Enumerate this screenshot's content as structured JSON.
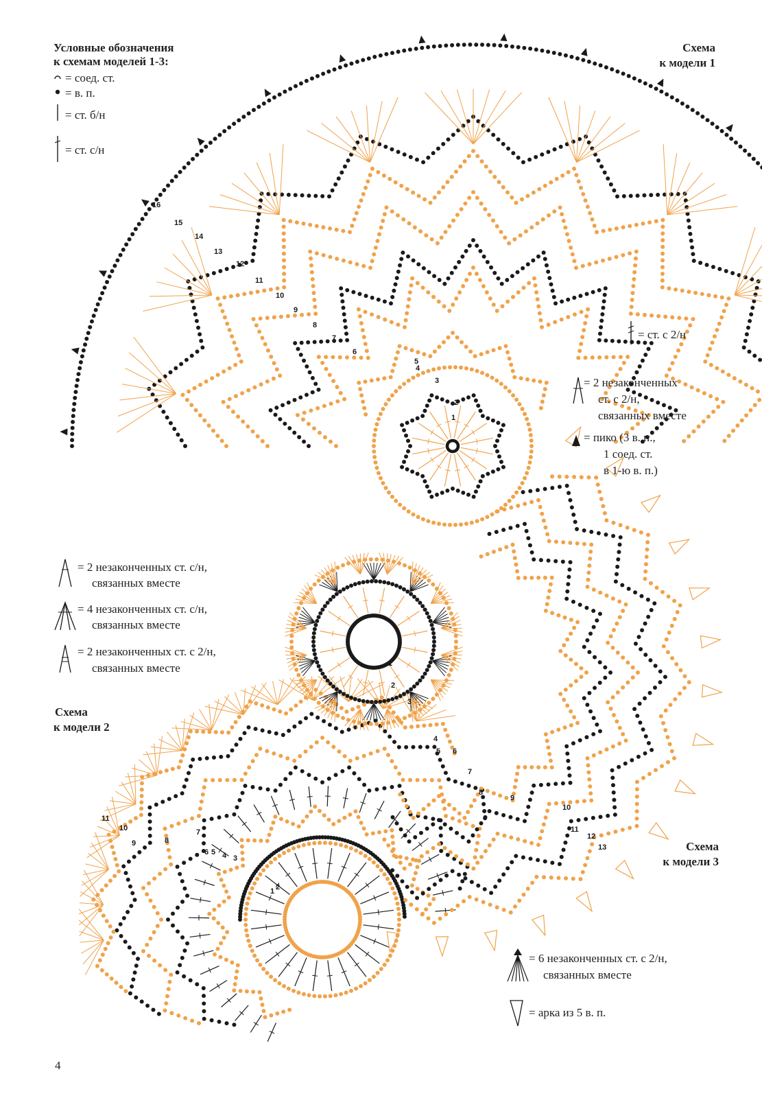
{
  "colors": {
    "black": "#1a1a1a",
    "orange": "#f0a24a",
    "paper": "#ffffff"
  },
  "legend_main": {
    "title_line1": "Условные обозначения",
    "title_line2": "к схемам моделей 1-3:",
    "items": [
      {
        "icon": "slip-stitch-icon",
        "text": "= соед. ст."
      },
      {
        "icon": "chain-stitch-icon",
        "text": "= в. п."
      },
      {
        "icon": "single-crochet-icon",
        "text": "= ст. б/н"
      },
      {
        "icon": "double-crochet-icon",
        "text": "= ст. с/н"
      }
    ]
  },
  "scheme1": {
    "title_line1": "Схема",
    "title_line2": "к модели 1"
  },
  "scheme1_legend": {
    "treble": "= ст. с 2/н",
    "treble_cluster_2": [
      "= 2 незаконченных",
      "ст. с 2/н,",
      "связанных вместе"
    ],
    "picot": [
      "= пико (3 в. п.,",
      "1 соед. ст.",
      "в 1-ю в. п.)"
    ]
  },
  "middle_legend": {
    "dc_cluster_2": [
      "= 2 незаконченных ст. с/н,",
      "связанных вместе"
    ],
    "dc_cluster_4": [
      "= 4 незаконченных ст. с/н,",
      "связанных вместе"
    ],
    "tr_cluster_2": [
      "= 2 незаконченных ст. с 2/н,",
      "связанных вместе"
    ]
  },
  "scheme2": {
    "title_line1": "Схема",
    "title_line2": "к модели 2"
  },
  "scheme3": {
    "title_line1": "Схема",
    "title_line2": "к модели 3"
  },
  "scheme3_legend": {
    "tr_cluster_6": [
      "= 6 незаконченных ст. с 2/н,",
      "связанных  вместе"
    ],
    "arch": "= арка из 5 в. п."
  },
  "page_number": "4",
  "row_numbers_scheme1": [
    "1",
    "2",
    "3",
    "4",
    "5",
    "6",
    "7",
    "8",
    "9",
    "10",
    "11",
    "12",
    "13",
    "14",
    "15",
    "16"
  ],
  "row_numbers_scheme2": [
    "1",
    "2",
    "3",
    "4",
    "5",
    "6",
    "7",
    "8",
    "9",
    "10",
    "11"
  ],
  "row_numbers_scheme3": [
    "1",
    "2",
    "3",
    "4",
    "5",
    "6",
    "7",
    "8",
    "9",
    "10",
    "11",
    "12",
    "13"
  ]
}
